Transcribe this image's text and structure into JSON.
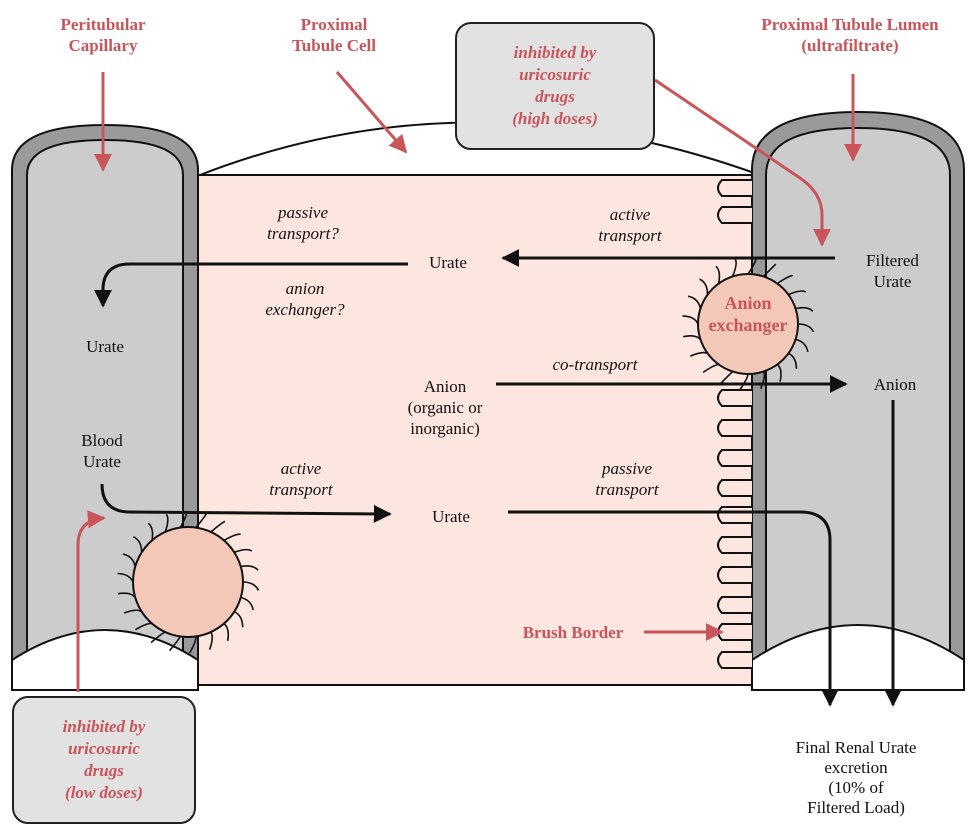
{
  "colors": {
    "red": "#c9545a",
    "cell_fill": "#fce6df",
    "vessel_fill": "#cccccc",
    "vessel_wall": "#9a9a9a",
    "exchanger_fill": "#f4c8b8"
  },
  "headers": {
    "capillary": [
      "Peritubular",
      "Capillary"
    ],
    "cell": [
      "Proximal",
      "Tubule Cell"
    ],
    "lumen": [
      "Proximal Tubule Lumen",
      "(ultrafiltrate)"
    ]
  },
  "boxes": {
    "high": [
      "inhibited by",
      "uricosuric",
      "drugs",
      "(high doses)"
    ],
    "low": [
      "inhibited by",
      "uricosuric",
      "drugs",
      "(low doses)"
    ]
  },
  "labels": {
    "passive_transport_q": [
      "passive",
      "transport?"
    ],
    "anion_exchanger_q": [
      "anion",
      "exchanger?"
    ],
    "active_transport_top": [
      "active",
      "transport"
    ],
    "urate_top": "Urate",
    "filtered_urate": [
      "Filtered",
      "Urate"
    ],
    "anion_exchanger": [
      "Anion",
      "exchanger"
    ],
    "urate_capillary": "Urate",
    "co_transport": "co-transport",
    "anion_cell": [
      "Anion",
      "(organic or",
      "inorganic)"
    ],
    "anion_lumen": "Anion",
    "blood_urate": [
      "Blood",
      "Urate"
    ],
    "active_transport_bottom": [
      "active",
      "transport"
    ],
    "urate_bottom": "Urate",
    "passive_transport_bottom": [
      "passive",
      "transport"
    ],
    "brush_border": "Brush Border",
    "final_excretion": [
      "Final Renal Urate",
      "excretion",
      "(10% of",
      "Filtered Load)"
    ]
  }
}
